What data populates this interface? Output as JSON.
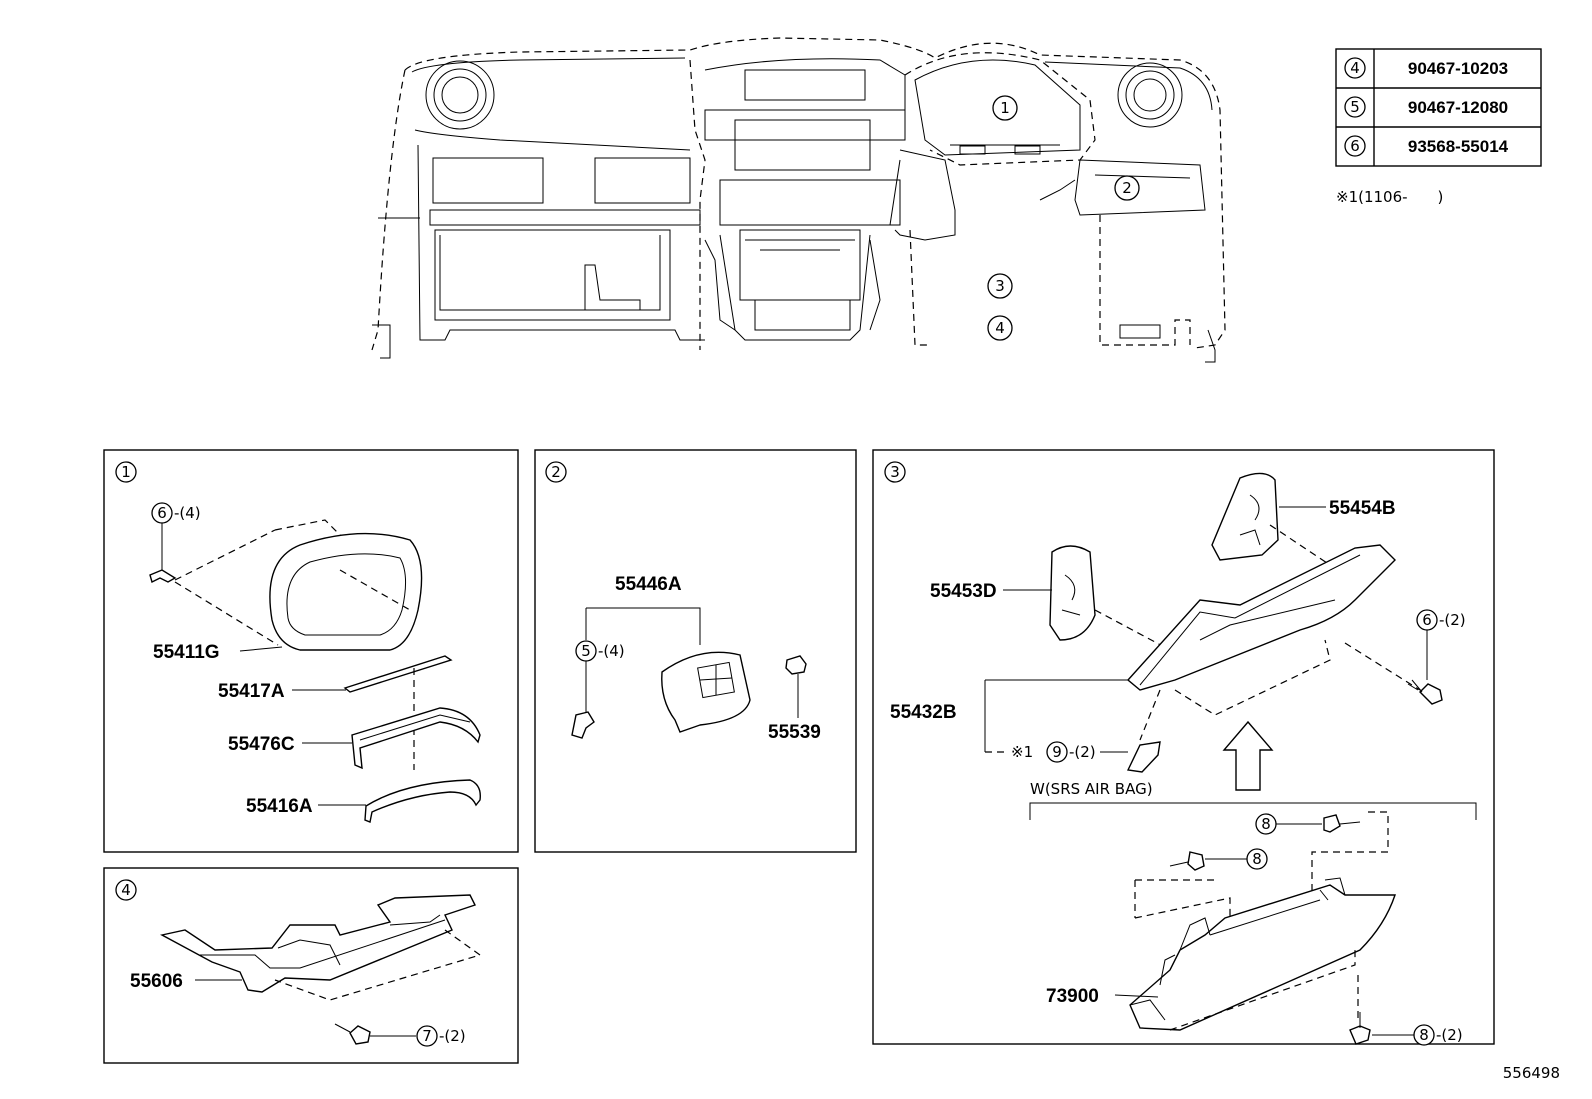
{
  "table": {
    "rows": [
      {
        "ref": "4",
        "part": "90467-10203"
      },
      {
        "ref": "5",
        "part": "90467-12080"
      },
      {
        "ref": "6",
        "part": "93568-55014"
      }
    ],
    "note": "※1(1106-　　)"
  },
  "overview_refs": [
    "1",
    "2",
    "3",
    "4"
  ],
  "panel1": {
    "ref": "1",
    "screw": {
      "ref": "6",
      "qty": "-(4)"
    },
    "parts": [
      "55411G",
      "55417A",
      "55476C",
      "55416A"
    ]
  },
  "panel2": {
    "ref": "2",
    "clip": {
      "ref": "5",
      "qty": "-(4)"
    },
    "parts": [
      "55446A",
      "55539"
    ]
  },
  "panel3": {
    "ref": "3",
    "parts": [
      "55454B",
      "55453D",
      "55432B",
      "73900"
    ],
    "screw6": {
      "ref": "6",
      "qty": "-(2)"
    },
    "note_mark": "※1",
    "clip9": {
      "ref": "9",
      "qty": "-(2)"
    },
    "condition": "W(SRS AIR BAG)",
    "screw8a": "8",
    "screw8b": "8",
    "screw8c": {
      "ref": "8",
      "qty": "-(2)"
    }
  },
  "panel4": {
    "ref": "4",
    "parts": [
      "55606"
    ],
    "screw7": {
      "ref": "7",
      "qty": "-(2)"
    }
  },
  "diagram_id": "556498"
}
